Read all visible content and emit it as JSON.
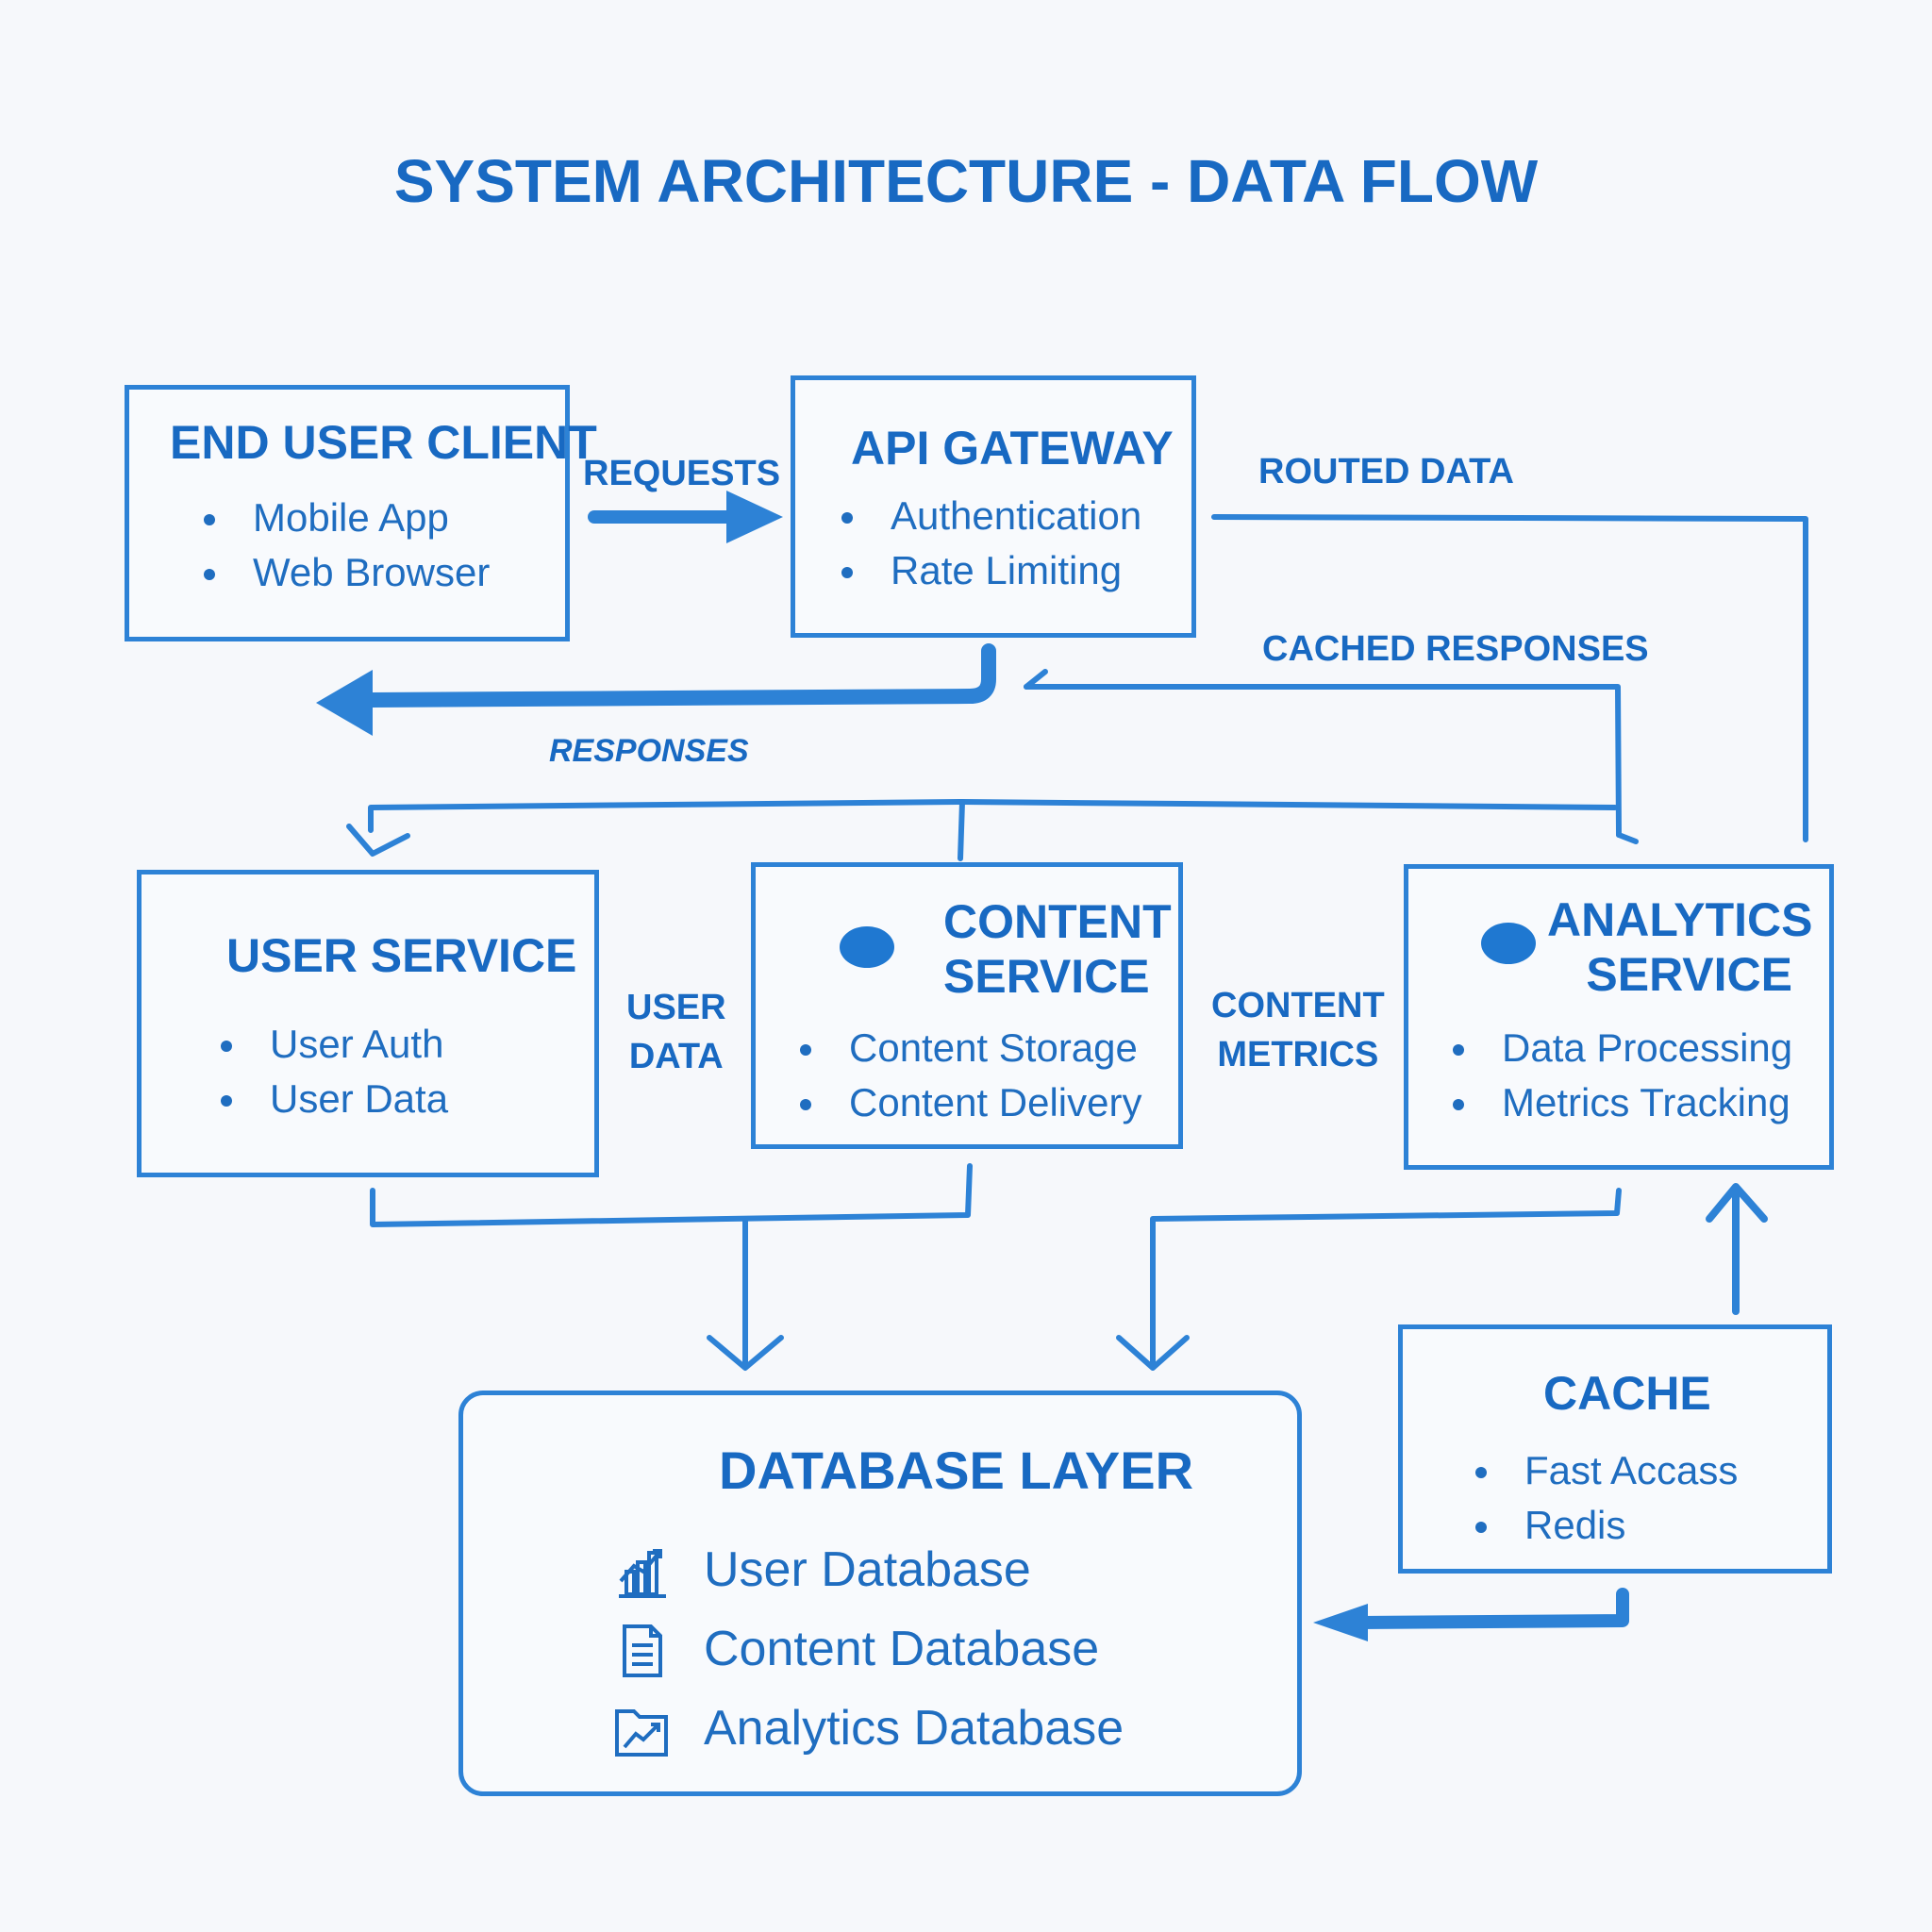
{
  "title": "SYSTEM ARCHITECTURE - DATA FLOW",
  "colors": {
    "accent": "#1869c2",
    "line": "#2d82d6",
    "background": "#f6f8fb"
  },
  "nodes": {
    "client": {
      "title": "END USER CLIENT",
      "items": [
        "Mobile App",
        "Web Browser"
      ]
    },
    "gateway": {
      "title": "API GATEWAY",
      "items": [
        "Authentication",
        "Rate Limiting"
      ]
    },
    "user_service": {
      "title": "USER SERVICE",
      "items": [
        "User Auth",
        "User Data"
      ]
    },
    "content_service": {
      "title_line1": "CONTENT",
      "title_line2": "SERVICE",
      "items": [
        "Content Storage",
        "Content Delivery"
      ]
    },
    "analytics_service": {
      "title_line1": "ANALYTICS",
      "title_line2": "SERVICE",
      "items": [
        "Data Processing",
        "Metrics Tracking"
      ]
    },
    "cache": {
      "title": "CACHE",
      "items": [
        "Fast Accass",
        "Redis"
      ]
    },
    "database": {
      "title": "DATABASE LAYER",
      "items": [
        {
          "label": "User Database",
          "icon": "bar-chart-icon"
        },
        {
          "label": "Content Database",
          "icon": "document-icon"
        },
        {
          "label": "Analytics Database",
          "icon": "line-chart-folder-icon"
        }
      ]
    }
  },
  "flow_labels": {
    "requests": "REQUESTS",
    "routed_data": "ROUTED DATA",
    "cached_responses": "CACHED RESPONSES",
    "responses": "RESPONSES",
    "user_data_line1": "USER",
    "user_data_line2": "DATA",
    "content_metrics_line1": "CONTENT",
    "content_metrics_line2": "METRICS"
  }
}
